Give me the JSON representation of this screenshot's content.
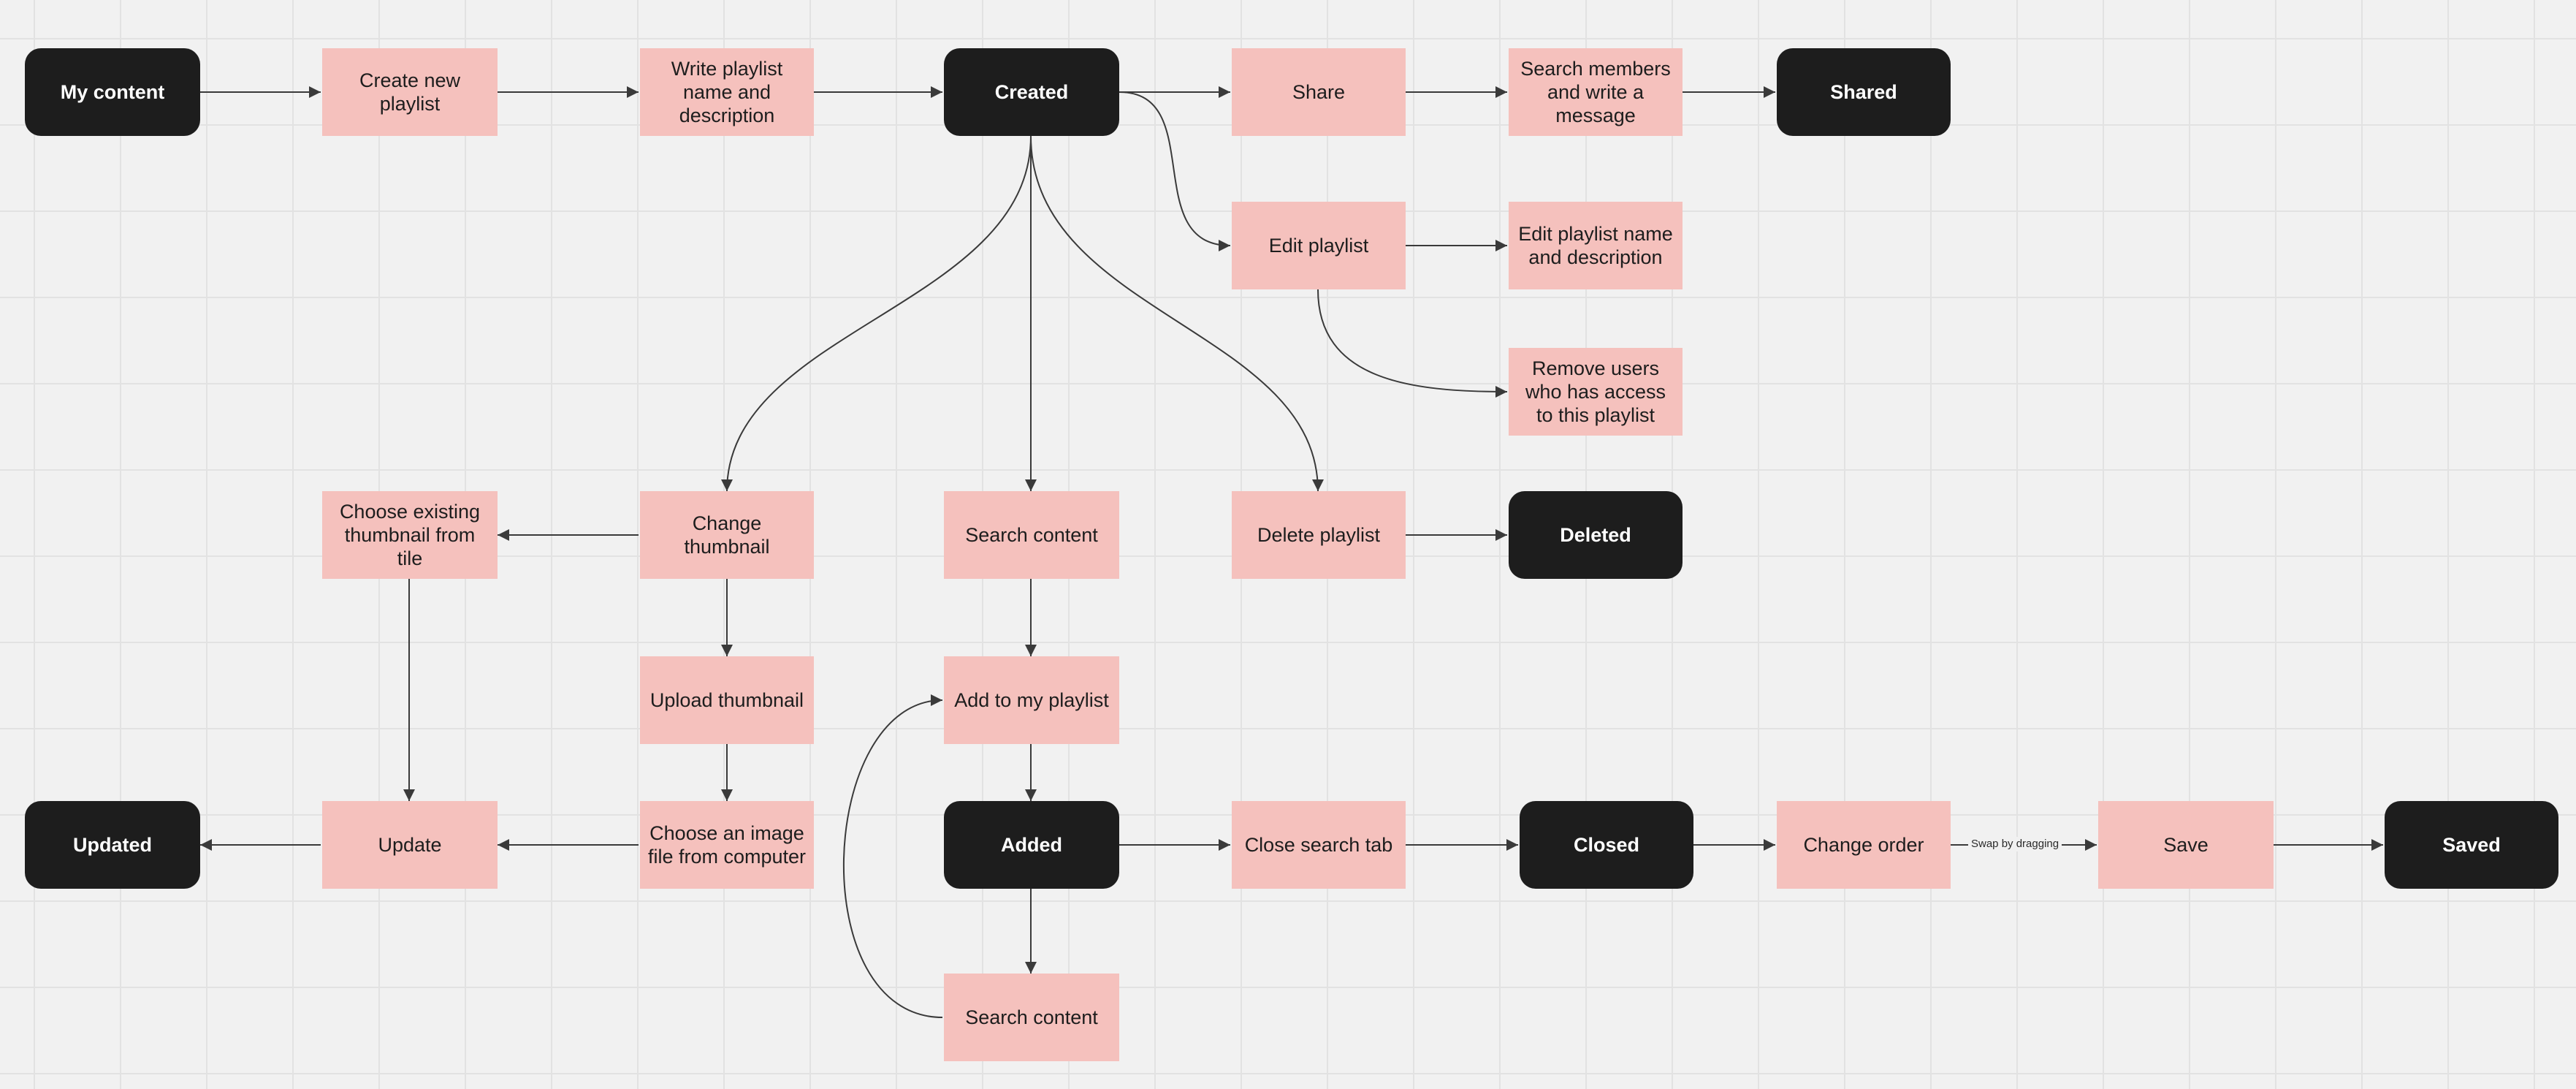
{
  "nodes": {
    "my_content": "My content",
    "create_new_playlist": "Create new\nplaylist",
    "write_playlist_name": "Write playlist\nname and\ndescription",
    "created": "Created",
    "share": "Share",
    "search_members": "Search members\nand write a\nmessage",
    "shared": "Shared",
    "edit_playlist": "Edit playlist",
    "edit_playlist_name": "Edit playlist name\nand description",
    "remove_users": "Remove users\nwho has access\nto this playlist",
    "choose_existing_thumbnail": "Choose existing\nthumbnail from\ntile",
    "change_thumbnail": "Change\nthumbnail",
    "search_content_1": "Search content",
    "delete_playlist": "Delete playlist",
    "deleted": "Deleted",
    "upload_thumbnail": "Upload thumbnail",
    "add_to_my_playlist": "Add to my playlist",
    "updated": "Updated",
    "update": "Update",
    "choose_image_file": "Choose an image\nfile from computer",
    "added": "Added",
    "close_search_tab": "Close search tab",
    "closed": "Closed",
    "change_order": "Change order",
    "save": "Save",
    "saved": "Saved",
    "search_content_2": "Search content"
  },
  "edge_labels": {
    "swap_by_dragging": "Swap by dragging"
  },
  "colors": {
    "state_fill": "#1d1d1d",
    "action_fill": "#f5c1bd",
    "connector": "#3a3a3a",
    "canvas": "#f1f1f1"
  }
}
